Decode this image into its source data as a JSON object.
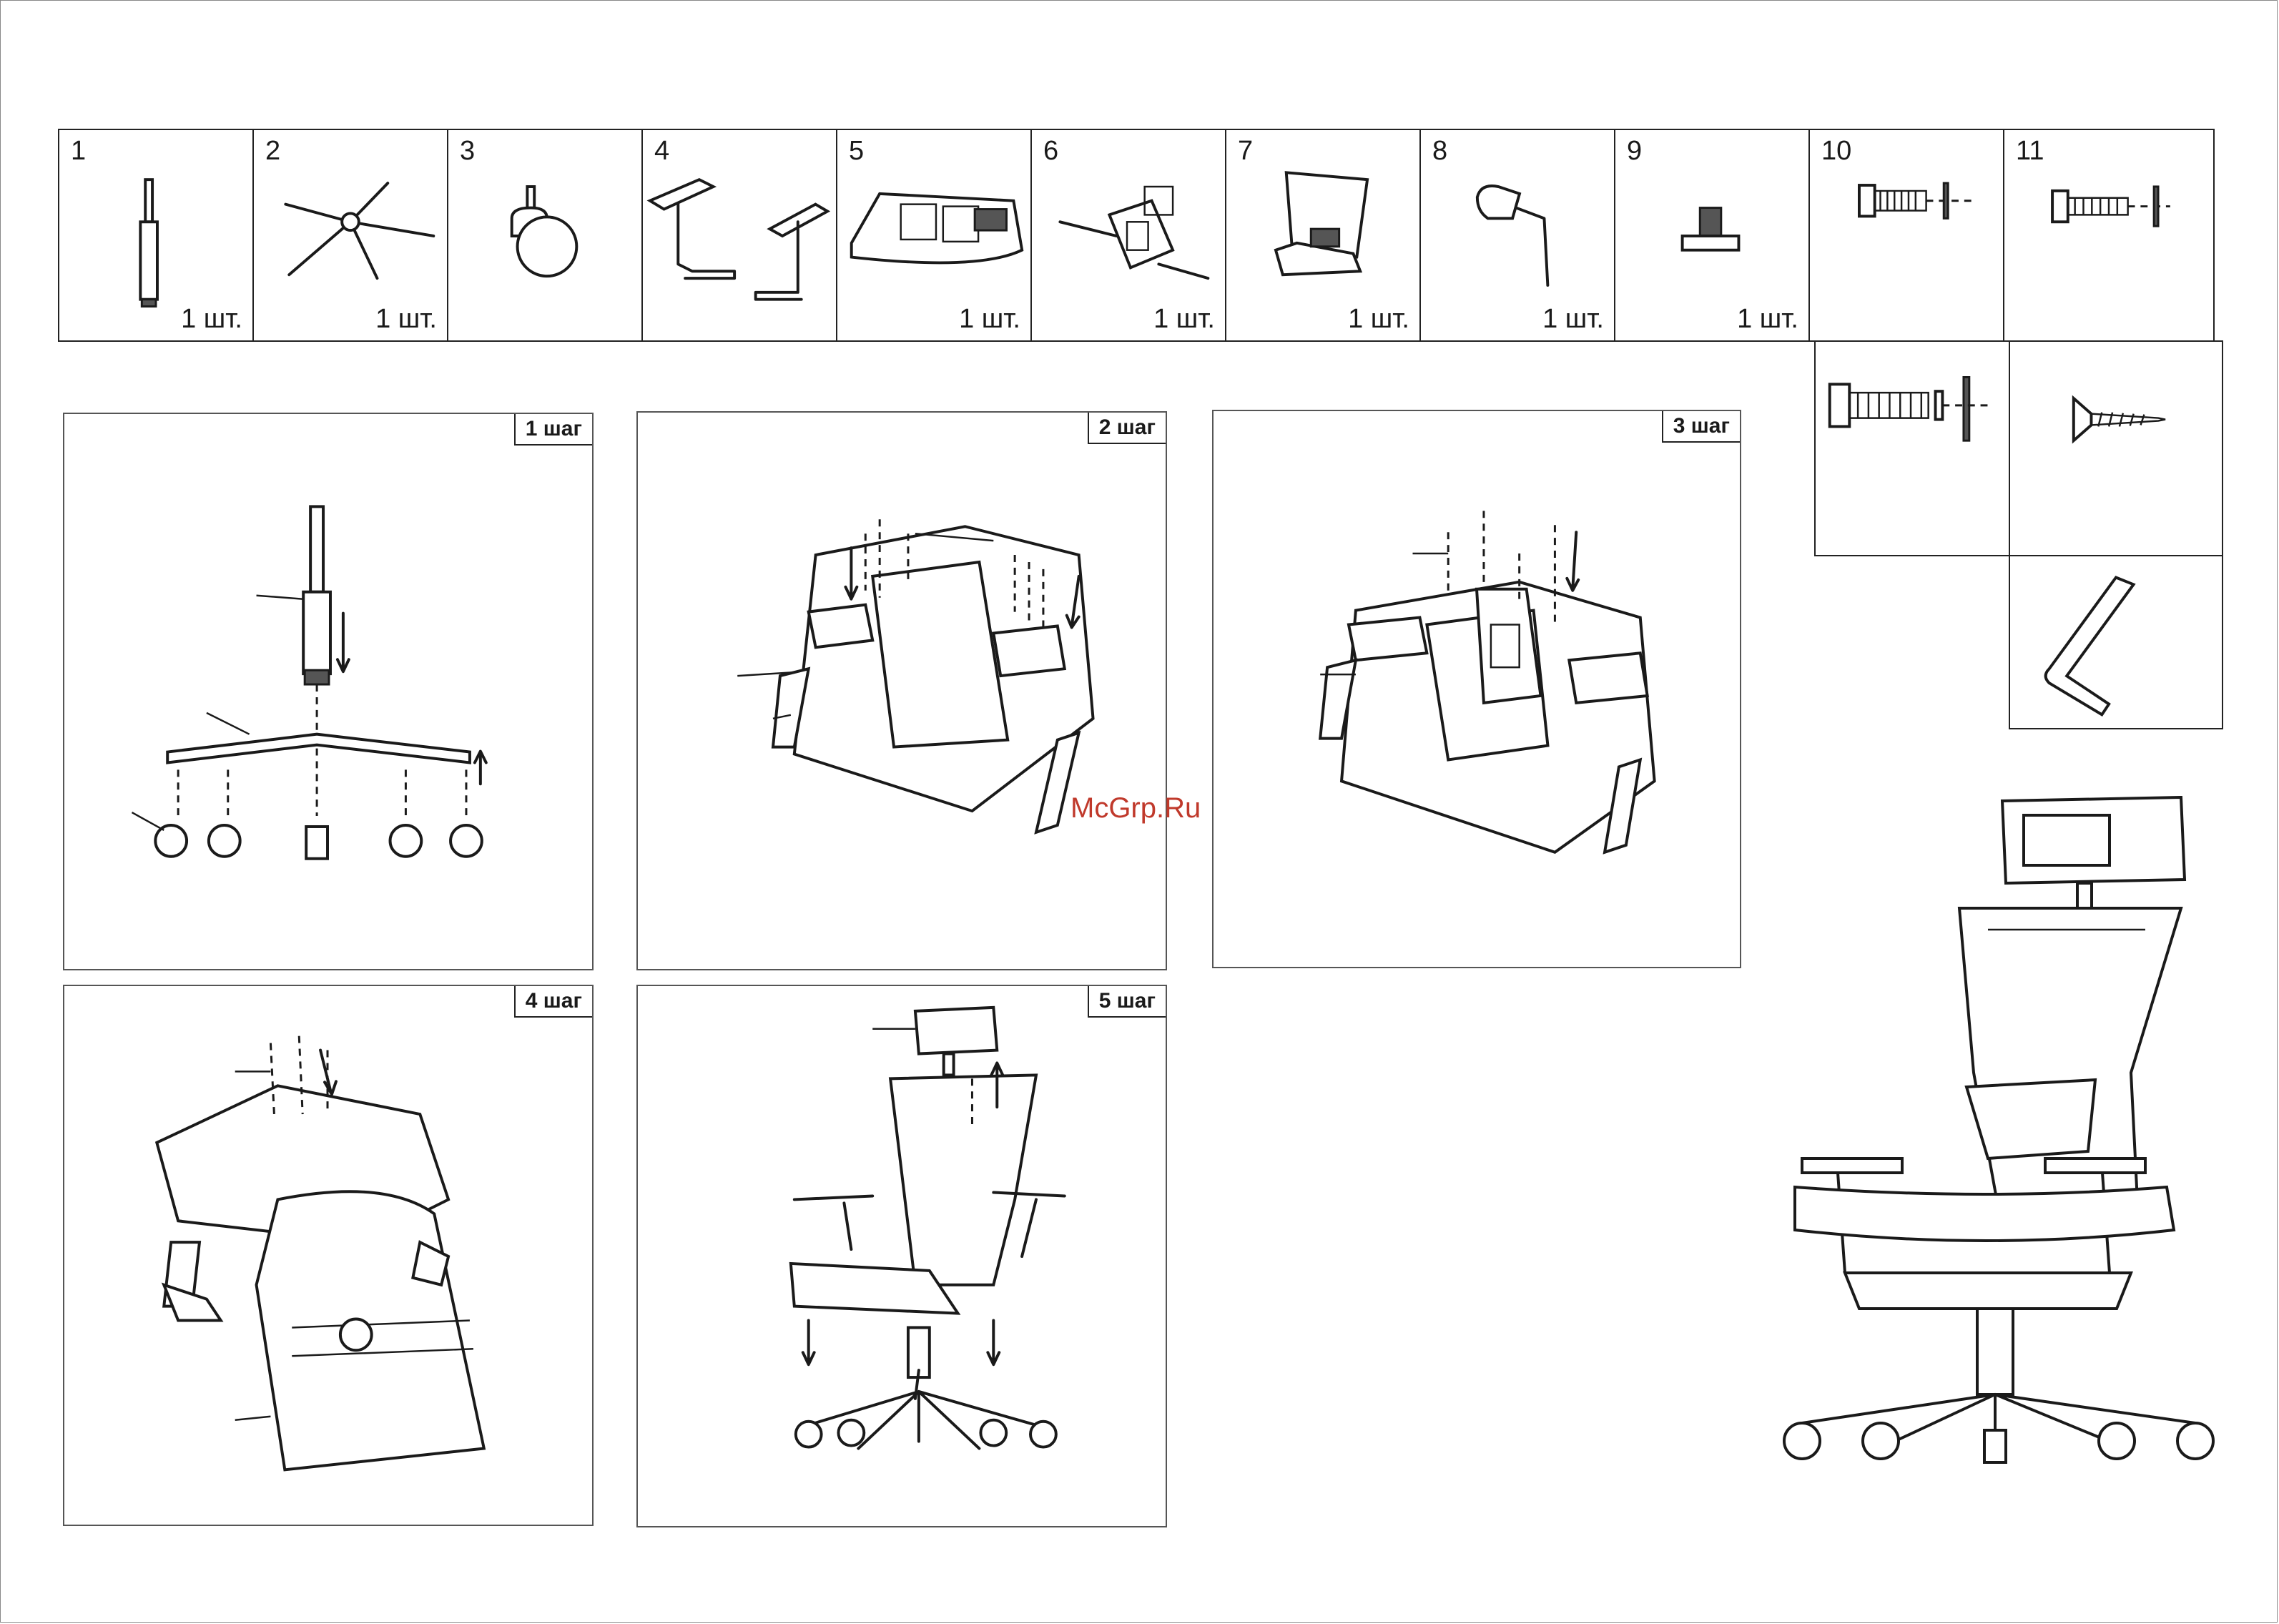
{
  "parts": [
    {
      "number": "1",
      "qty": "1 шт.",
      "icon": "gas-lift-icon"
    },
    {
      "number": "2",
      "qty": "1 шт.",
      "icon": "five-star-base-icon"
    },
    {
      "number": "3",
      "qty": "",
      "icon": "caster-wheel-icon"
    },
    {
      "number": "4",
      "qty": "",
      "icon": "armrests-icon"
    },
    {
      "number": "5",
      "qty": "1 шт.",
      "icon": "seat-icon"
    },
    {
      "number": "6",
      "qty": "1 шт.",
      "icon": "tilt-mechanism-icon"
    },
    {
      "number": "7",
      "qty": "1 шт.",
      "icon": "backrest-frame-icon"
    },
    {
      "number": "8",
      "qty": "1 шт.",
      "icon": "back-bracket-icon"
    },
    {
      "number": "9",
      "qty": "1 шт.",
      "icon": "plug-cap-icon"
    },
    {
      "number": "10",
      "qty": "",
      "icon": "bolt-washer-icon"
    },
    {
      "number": "11",
      "qty": "",
      "icon": "bolt-washer-icon"
    }
  ],
  "extra_hardware": [
    {
      "icon": "long-bolt-washers-icon"
    },
    {
      "icon": "wood-screw-icon"
    },
    {
      "icon": "hex-key-icon"
    }
  ],
  "steps": [
    {
      "label": "1 шаг"
    },
    {
      "label": "2 шаг"
    },
    {
      "label": "3 шаг"
    },
    {
      "label": "4 шаг"
    },
    {
      "label": "5 шаг"
    }
  ],
  "watermark": "McGrp.Ru",
  "colors": {
    "watermark": "#c0392b",
    "line": "#1a1a1a"
  }
}
